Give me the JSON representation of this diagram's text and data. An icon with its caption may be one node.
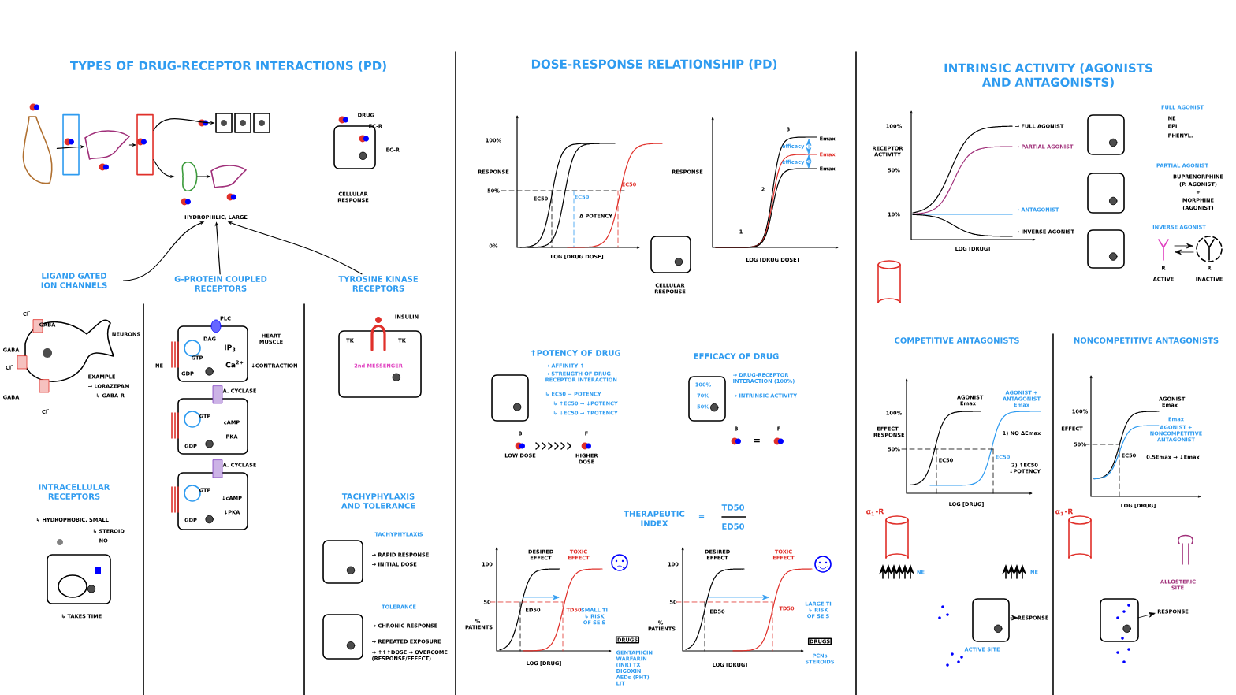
{
  "diagram": {
    "nodes": [
      {
        "text": [],
        "shape": "picture"
      },
      {
        "text": [],
        "shape": "cylinder"
      },
      {
        "text": [],
        "shape": "picture"
      },
      {
        "text": [],
        "shape": "cylinder"
      },
      {
        "text": [],
        "shape": "picture"
      },
      {
        "text": [],
        "shape": "picture"
      },
      {
        "text": [],
        "shape": "picture"
      },
      {
        "text": [
          "HYDROPHILIC, LARGE"
        ]
      },
      {
        "text": [
          "LIGAND GATED ION CHANNELS"
        ]
      },
      {
        "text": [
          "G-PROTEIN COUPLED RECEPTORS"
        ]
      },
      {
        "text": [
          "TYROSINE KINASE RECEPTORS"
        ]
      }
    ],
    "edges": [
      {
        "from": 0,
        "to": 2,
        "arrow": "to"
      },
      {
        "from": 2,
        "to": 3,
        "arrow": "to"
      },
      {
        "from": 3,
        "to": 4,
        "arrow": "to"
      },
      {
        "from": 3,
        "to": 5,
        "arrow": "to"
      },
      {
        "from": 5,
        "to": 6,
        "arrow": "to"
      },
      {
        "from": 8,
        "to": 7,
        "arrow": "to"
      },
      {
        "from": 9,
        "to": 7,
        "arrow": "to"
      },
      {
        "from": 10,
        "to": 7,
        "arrow": "to"
      }
    ],
    "labels": [
      "TYPES OF DRUG-RECEPTOR INTERACTIONS (PD)",
      "DRUG",
      "EC-R",
      "EC-R",
      "CELLULAR RESPONSE",
      "Cl$^{-}$",
      "GABA",
      "NEURONS",
      "GABA",
      "Cl$^{-}$",
      "GABA",
      "Cl$^{-}$",
      "EXAMPLE",
      "→ LORAZEPAM",
      "↳ GABA-R",
      "PLC",
      "DAG",
      "IP$_{3}$",
      "Ca$^{2+}$",
      "GTP",
      "GDP",
      "NE",
      "HEART MUSCLE",
      "↓CONTRACTION",
      "A. CYCLASE",
      "GTP",
      "cAMP",
      "PKA",
      "GDP",
      "A. CYCLASE",
      "GTP",
      "↓cAMP",
      "↓PKA",
      "GDP",
      "INSULIN",
      "TK",
      "TK",
      "2nd MESSENGER",
      "INTRACELLULAR RECEPTORS",
      "↳ HYDROPHOBIC, SMALL",
      "↳ STEROID",
      "NO",
      "↳ TAKES TIME",
      "TACHYPHYLAXIS AND TOLERANCE",
      "TACHYPHYLAXIS",
      "→ RAPID RESPONSE",
      "→ INITIAL DOSE",
      "TOLERANCE",
      "→ CHRONIC RESPONSE",
      "→ REPEATED EXPOSURE",
      "→ ↑↑↑DOSE → OVERCOME (RESPONSE/EFFECT)",
      "DOSE-RESPONSE RELATIONSHIP (PD)",
      "100%",
      "RESPONSE",
      "50%",
      "0%",
      "EC50",
      "EC50",
      "EC50",
      "Δ POTENCY",
      "LOG [DRUG DOSE]",
      "CELLULAR RESPONSE",
      "RESPONSE",
      "Emax",
      "Emax",
      "Emax",
      "efficacy",
      "efficacy",
      "LOG [DRUG DOSE]",
      "1",
      "2",
      "3",
      "↑POTENCY OF DRUG",
      "→ AFFINITY ↑",
      "→ STRENGTH OF DRUG-RECEPTOR INTERACTION",
      "↳ EC50 − POTENCY",
      "↳ ↑EC50 → ↓POTENCY",
      "↳ ↓EC50 → ↑POTENCY",
      "B",
      "LOW DOSE",
      "F",
      "HIGHER DOSE",
      "EFFICACY OF DRUG",
      "100%",
      "70%",
      "50%",
      "→ DRUG-RECEPTOR INTERACTION (100%)",
      "→ INTRINSIC ACTIVITY",
      "B",
      "=",
      "F",
      "THERAPEUTIC INDEX",
      "=",
      "TD50",
      "ED50",
      "100",
      "50",
      "% PATIENTS",
      "DESIRED EFFECT",
      "TOXIC EFFECT",
      "ED50",
      "TD50",
      "LOG [DRUG]",
      "SMALL TI ↳ RISK OF SE'S",
      "DRUGS",
      "GENTAMICIN WARFARIN (INR) TX DIGOXIN AEDs (PHT) LIT",
      "100",
      "50",
      "% PATIENTS",
      "DESIRED EFFECT",
      "TOXIC EFFECT",
      "ED50",
      "TD50",
      "LOG [DRUG]",
      "LARGE TI ↳ RISK OF SE'S",
      "DRUGS",
      "PCNs STEROIDS",
      "INTRINSIC ACTIVITY (AGONISTS AND ANTAGONISTS)",
      "100%",
      "RECEPTOR ACTIVITY",
      "50%",
      "10%",
      "→ FULL AGONIST",
      "→ PARTIAL AGONIST",
      "→ ANTAGONIST",
      "→ INVERSE AGONIST",
      "LOG [DRUG]",
      "FULL AGONIST",
      "NE",
      "EPI",
      "PHENYL.",
      "PARTIAL AGONIST",
      "BUPRENORPHINE",
      "(P. AGONIST)",
      "+",
      "MORPHINE",
      "(AGONIST)",
      "INVERSE AGONIST",
      "R",
      "ACTIVE",
      "R",
      "INACTIVE",
      "COMPETITIVE ANTAGONISTS",
      "NONCOMPETITIVE ANTAGONISTS",
      "100%",
      "EFFECT RESPONSE",
      "50%",
      "EC50",
      "EC50",
      "AGONIST Emax",
      "AGONIST + ANTAGONIST Emax",
      "1) NO ΔEmax",
      "2) ↑EC50 ↓POTENCY",
      "LOG [DRUG]",
      "ACTIVE SITE",
      "RESPONSE",
      "NE",
      "NE",
      "100%",
      "EFFECT",
      "50%",
      "AGONIST Emax",
      "Emax",
      "AGONIST + NONCOMPETITIVE ANTAGONIST",
      "EC50",
      "0.5Emax → ↓Emax",
      "LOG [DRUG]",
      "ALLOSTERIC SITE",
      "RESPONSE",
      "α$_{1}$-R",
      "α$_{1}$-R"
    ]
  }
}
